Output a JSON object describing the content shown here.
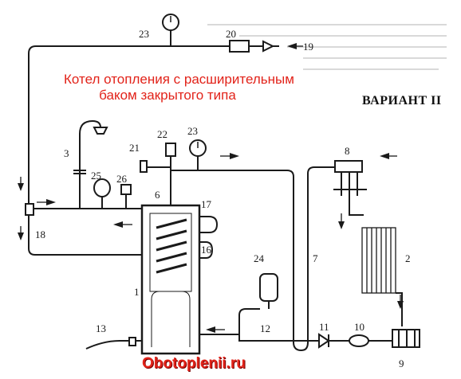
{
  "caption": {
    "line1": "Котел отопления с расширительным",
    "line2": "баком закрытого типа"
  },
  "variant_label": "ВАРИАНТ II",
  "watermark": {
    "prefix": "Ob",
    "rest": "otoplenii.ru"
  },
  "labels": [
    "23",
    "20",
    "19",
    "22",
    "23",
    "21",
    "3",
    "25",
    "26",
    "6",
    "17",
    "8",
    "18",
    "16",
    "24",
    "7",
    "2",
    "1",
    "12",
    "11",
    "10",
    "13",
    "9"
  ],
  "colors": {
    "caption": "#e2231a",
    "line": "#1a1a1a"
  }
}
